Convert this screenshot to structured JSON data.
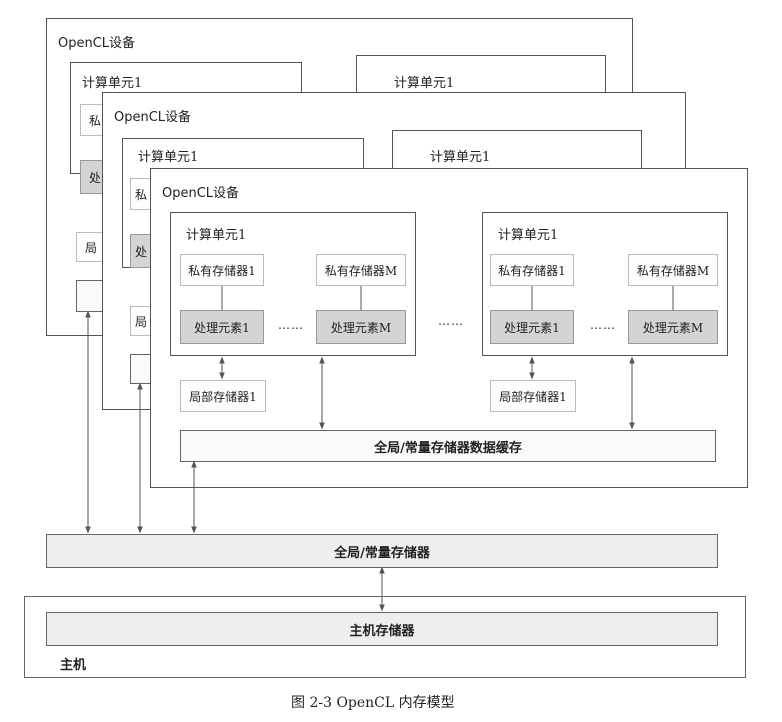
{
  "device_label": "OpenCL设备",
  "compute_unit_label": "计算单元1",
  "private_mem_1": "私有存储器1",
  "private_mem_m": "私有存储器M",
  "private_mem_partial": "私",
  "private_mem_partial_2": "私",
  "pe_1": "处理元素1",
  "pe_m": "处理元素M",
  "pe_partial": "处",
  "pe_partial_2": "处",
  "local_mem_1": "局部存储器1",
  "local_mem_partial": "局",
  "local_mem_partial_2": "局",
  "ellipsis": "……",
  "global_cache": "全局/常量存储器数据缓存",
  "global_memory": "全局/常量存储器",
  "host_memory": "主机存储器",
  "host_label": "主机",
  "caption": "图 2-3   OpenCL 内存模型"
}
